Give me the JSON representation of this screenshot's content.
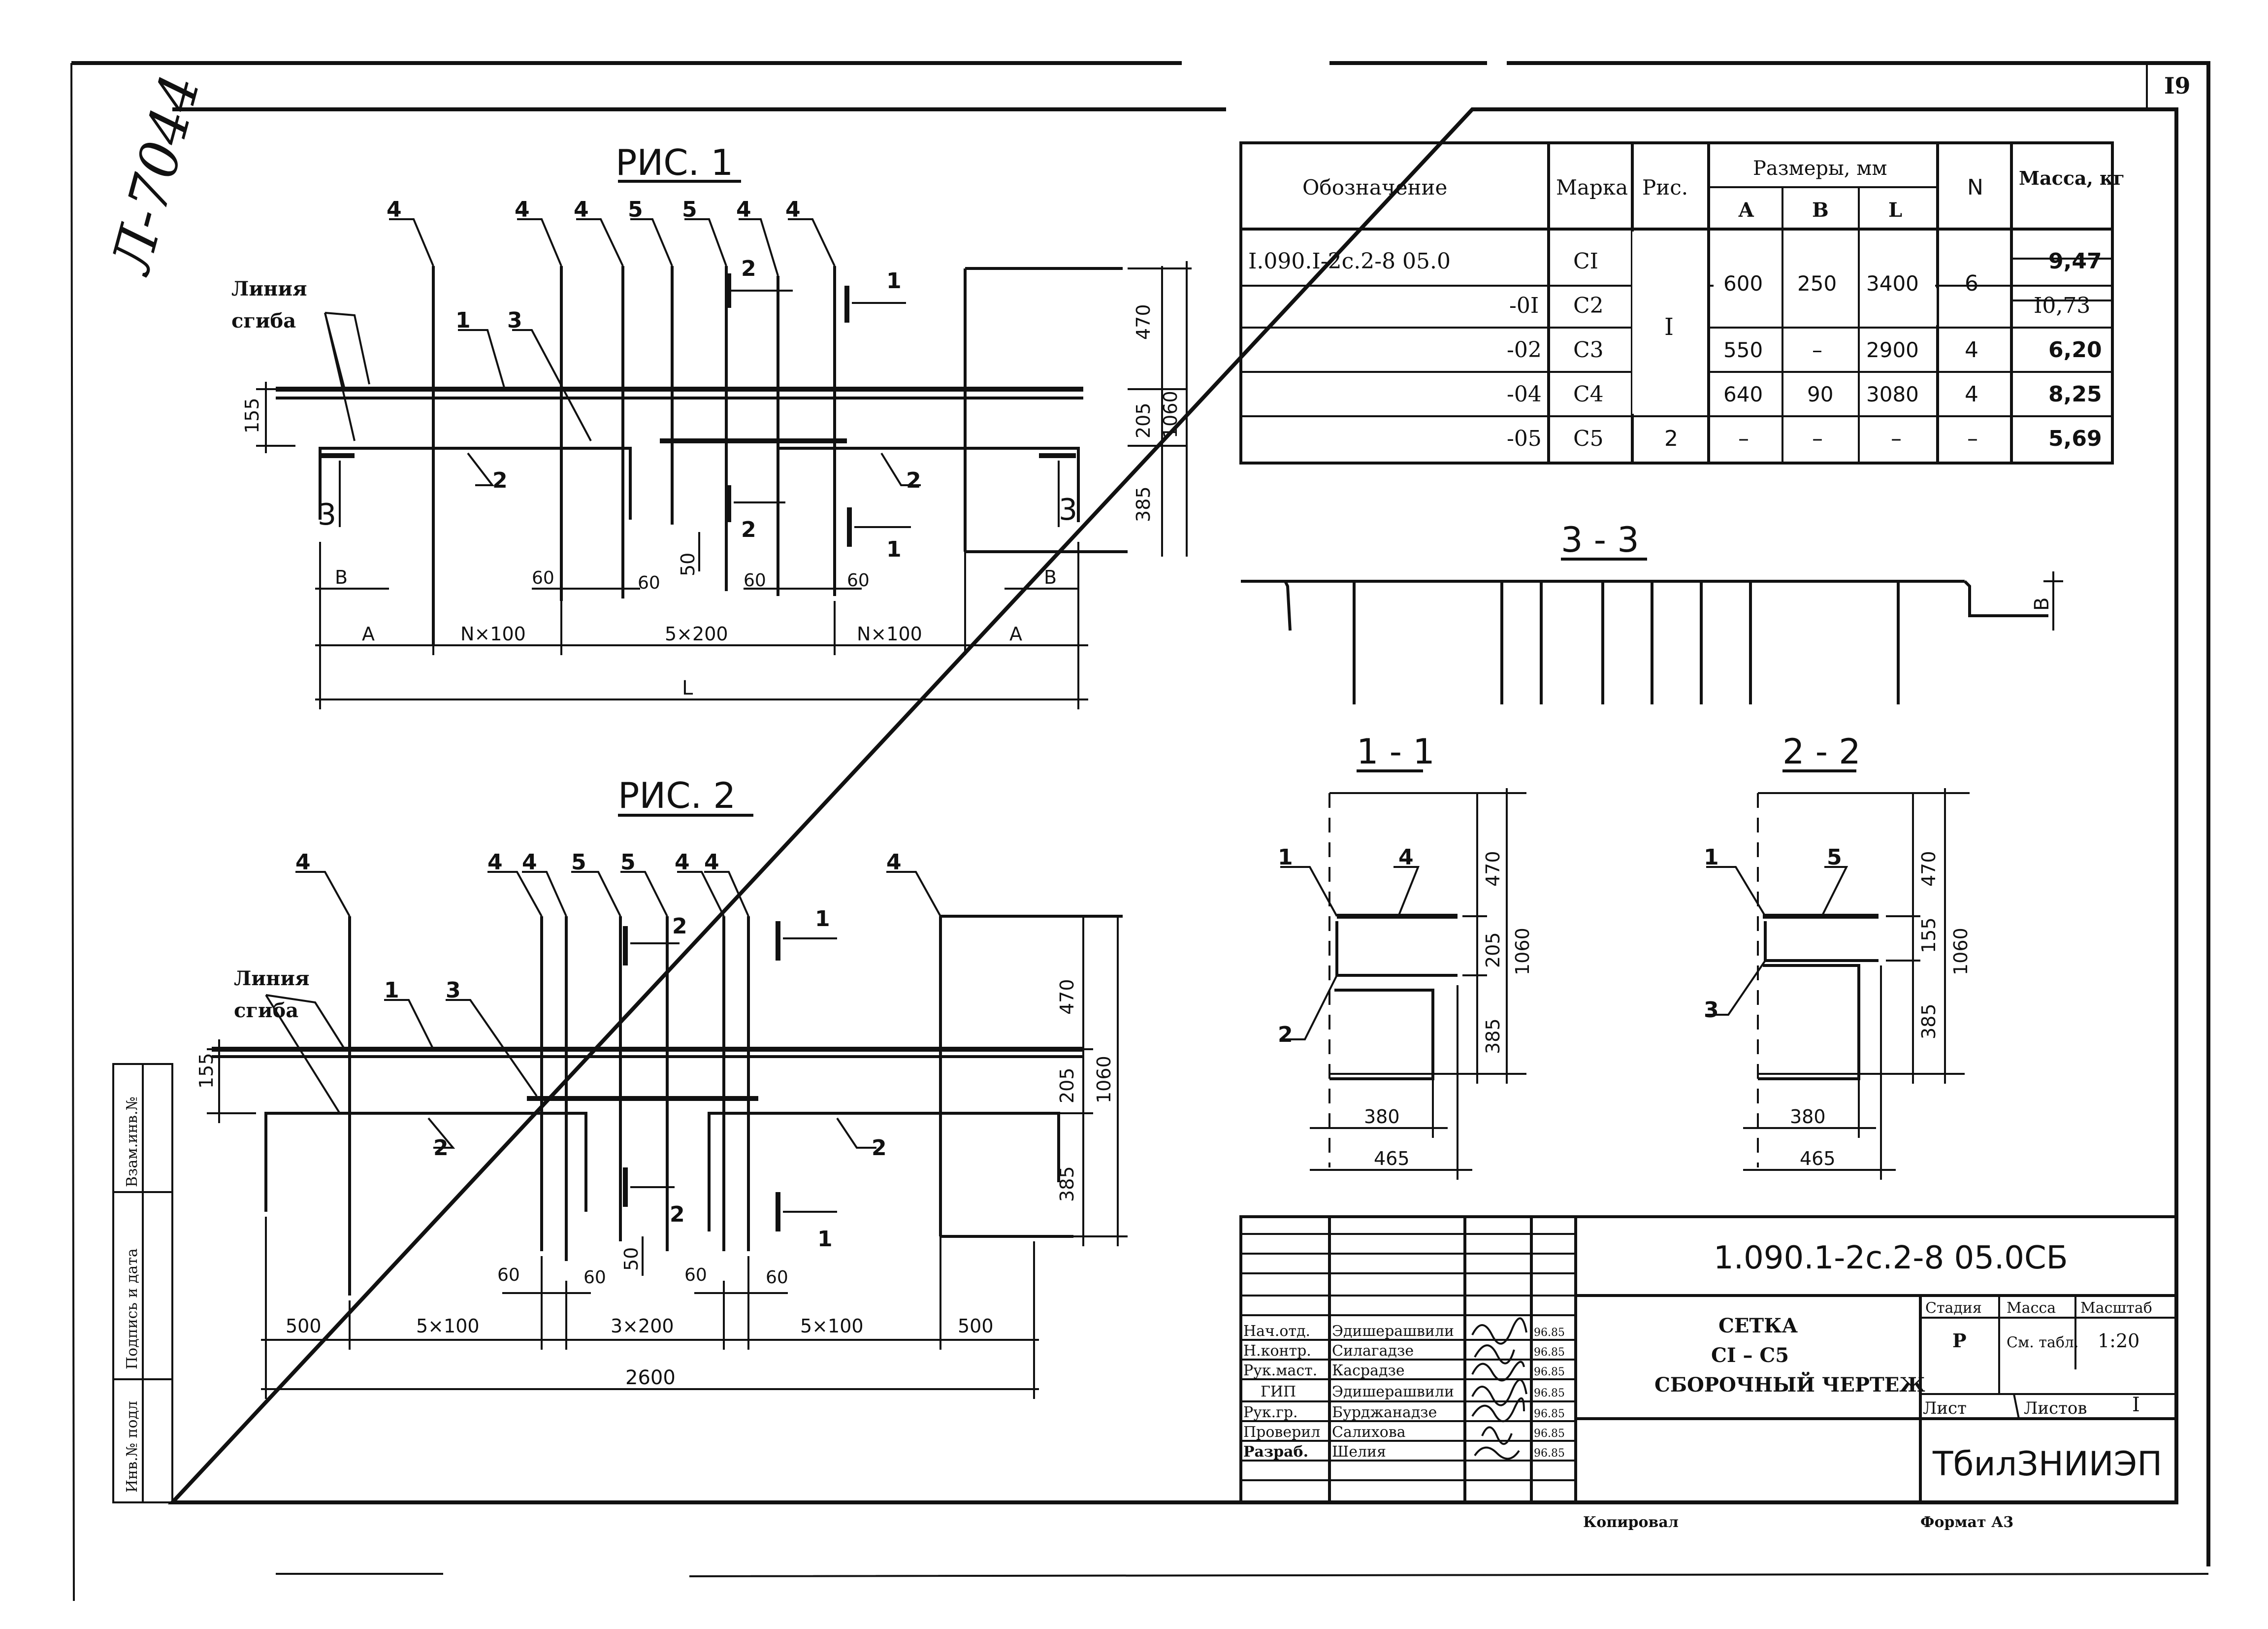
{
  "sheet_number": "I9",
  "inventory_mark": "Л-7044",
  "fig1": {
    "title": "РИС. 1",
    "bend_line": [
      "Линия",
      "сгиба"
    ],
    "callouts": [
      "4",
      "4",
      "4",
      "5",
      "5",
      "4",
      "4",
      "1",
      "3",
      "2",
      "2"
    ],
    "section_marks": [
      "2",
      "1",
      "2",
      "1",
      "3",
      "3"
    ],
    "dims_vertical": [
      "470",
      "205",
      "385",
      "1060",
      "155",
      "50"
    ],
    "dims_small": [
      "В",
      "60",
      "60",
      "60",
      "60",
      "В"
    ],
    "dims_bottom": [
      "А",
      "N×100",
      "5×200",
      "N×100",
      "А"
    ],
    "dim_total": "L"
  },
  "fig2": {
    "title": "РИС. 2",
    "bend_line": [
      "Линия",
      "сгиба"
    ],
    "callouts": [
      "4",
      "4",
      "4",
      "5",
      "5",
      "4",
      "4",
      "4",
      "1",
      "3",
      "2",
      "2"
    ],
    "section_marks": [
      "2",
      "1",
      "2",
      "1"
    ],
    "dims_vertical": [
      "470",
      "205",
      "385",
      "1060",
      "155",
      "50"
    ],
    "dims_small": [
      "60",
      "60",
      "60",
      "60"
    ],
    "dims_bottom": [
      "500",
      "5×100",
      "3×200",
      "5×100",
      "500"
    ],
    "dim_total": "2600"
  },
  "spec_table": {
    "headers": {
      "designation": "Обозначение",
      "mark": "Марка",
      "fig": "Рис.",
      "sizes": "Размеры, мм",
      "a": "А",
      "b": "В",
      "l": "L",
      "n": "N",
      "mass": "Масса, кг"
    },
    "rows": [
      {
        "designation": "I.090.I-2с.2-8 05.0",
        "mark": "СI",
        "fig": "I",
        "a": "600",
        "b": "250",
        "l": "3400",
        "n": "6",
        "mass": "9,47"
      },
      {
        "designation": "-0I",
        "mark": "С2",
        "fig": "",
        "a": "",
        "b": "",
        "l": "",
        "n": "",
        "mass": "I0,73"
      },
      {
        "designation": "-02",
        "mark": "С3",
        "fig": "",
        "a": "550",
        "b": "–",
        "l": "2900",
        "n": "4",
        "mass": "6,20"
      },
      {
        "designation": "-04",
        "mark": "С4",
        "fig": "",
        "a": "640",
        "b": "90",
        "l": "3080",
        "n": "4",
        "mass": "8,25"
      },
      {
        "designation": "-05",
        "mark": "С5",
        "fig": "2",
        "a": "–",
        "b": "–",
        "l": "–",
        "n": "–",
        "mass": "5,69"
      }
    ]
  },
  "section_3_3": {
    "title": "3 - 3",
    "dim": "В"
  },
  "section_1_1": {
    "title": "1 - 1",
    "callouts": [
      "1",
      "4",
      "2"
    ],
    "dims_v": [
      "470",
      "205",
      "1060",
      "385"
    ],
    "dims_h": [
      "380",
      "465"
    ]
  },
  "section_2_2": {
    "title": "2 - 2",
    "callouts": [
      "1",
      "5",
      "3"
    ],
    "dims_v": [
      "470",
      "155",
      "1060",
      "385"
    ],
    "dims_h": [
      "380",
      "465"
    ]
  },
  "left_strip": [
    "Взам.инв.№",
    "Подпись и дата",
    "Инв.№ подл"
  ],
  "title_block": {
    "doc_code": "1.090.1-2с.2-8  05.0СБ",
    "name_lines": [
      "СЕТКА",
      "СI – С5",
      "СБОРОЧНЫЙ ЧЕРТЕЖ"
    ],
    "stage_label": "Стадия",
    "mass_label": "Масса",
    "scale_label": "Масштаб",
    "stage": "Р",
    "mass": "См. табл.",
    "scale": "1:20",
    "sheet_label": "Лист",
    "sheets_label": "Листов",
    "sheets": "I",
    "org": "ТбилЗНИИЭП",
    "signatures": [
      {
        "role": "Нач.отд.",
        "name": "Эдишерашвили",
        "date": "96.85"
      },
      {
        "role": "Н.контр.",
        "name": "Силагадзе",
        "date": "96.85"
      },
      {
        "role": "Рук.маст.",
        "name": "Касрадзе",
        "date": "96.85"
      },
      {
        "role": "ГИП",
        "name": "Эдишерашвили",
        "date": "96.85"
      },
      {
        "role": "Рук.гр.",
        "name": "Бурджанадзе",
        "date": "96.85"
      },
      {
        "role": "Проверил",
        "name": "Салихова",
        "date": "96.85"
      },
      {
        "role": "Разраб.",
        "name": "Шелия",
        "date": "96.85"
      }
    ]
  },
  "footer": {
    "copied": "Копировал",
    "format": "Формат А3"
  }
}
